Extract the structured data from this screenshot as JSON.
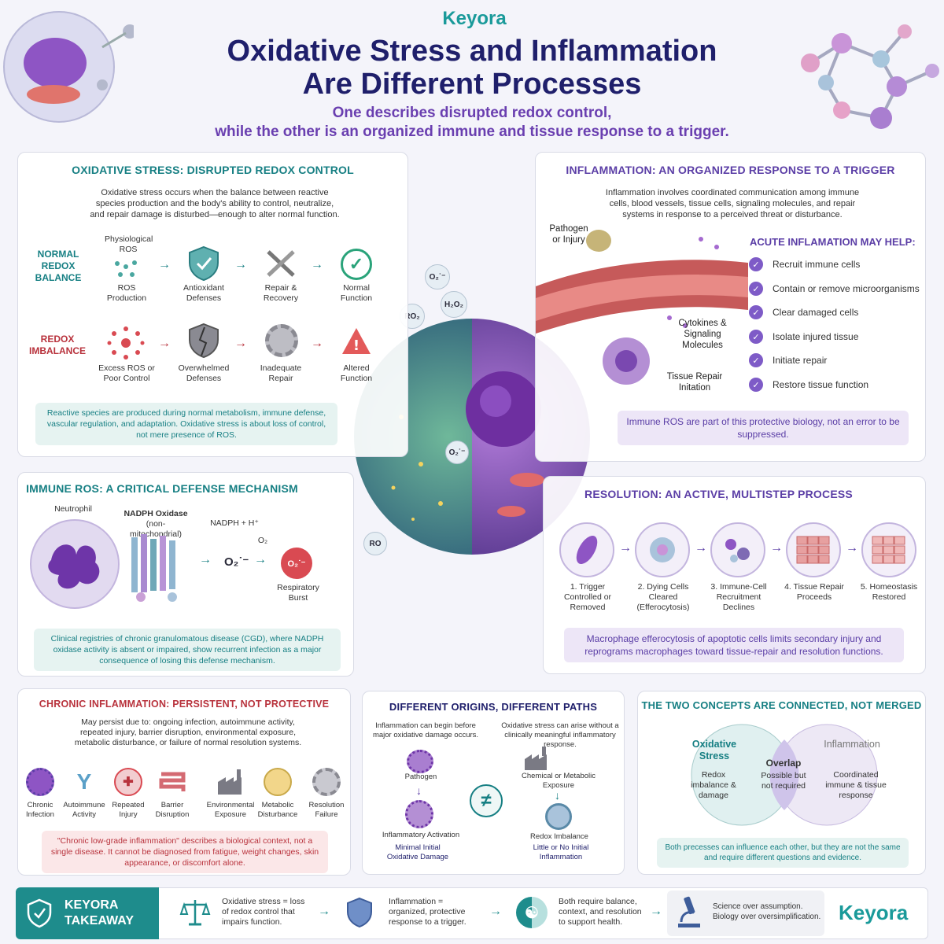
{
  "brand": "Keyora",
  "header": {
    "title_line1": "Oxidative Stress and Inflammation",
    "title_line2": "Are Different Processes",
    "subtitle_line1": "One describes disrupted redox control,",
    "subtitle_line2": "while the other is an organized immune and tissue response to a trigger."
  },
  "oxidative": {
    "title": "OXIDATIVE STRESS: DISRUPTED REDOX CONTROL",
    "intro": "Oxidative stress occurs when the balance between reactive species production and the body's ability to control, neutralize, and repair damage is disturbed—enough to alter normal function.",
    "normal_label": "NORMAL REDOX BALANCE",
    "normal_steps": [
      "ROS Production",
      "Antioxidant Defenses",
      "Repair & Recovery",
      "Normal Function"
    ],
    "physio_label": "Physiological ROS",
    "imbalance_label": "REDOX IMBALANCE",
    "imbalance_steps": [
      "Excess ROS or Poor Control",
      "Overwhelmed Defenses",
      "Inadequate Repair",
      "Altered Function"
    ],
    "note": "Reactive species are produced during normal metabolism, immune defense, vascular regulation, and adaptation. Oxidative stress is about loss of control, not mere presence of ROS."
  },
  "inflammation": {
    "title": "INFLAMMATION: AN ORGANIZED RESPONSE TO A TRIGGER",
    "intro": "Inflammation involves coordinated communication among immune cells, blood vessels, tissue cells, signaling molecules, and repair systems in response to a perceived threat or disturbance.",
    "labels": [
      "Pathogen or Injury",
      "Cytokines & Signaling Molecules",
      "Tissue Repair Initation"
    ],
    "acute_title": "ACUTE INFLAMATION MAY HELP:",
    "acute_items": [
      "Recruit immune cells",
      "Contain or remove microorganisms",
      "Clear damaged cells",
      "Isolate injured tissue",
      "Initiate repair",
      "Restore tissue function"
    ],
    "note": "Immune ROS are part of this protective biology, not an error to be suppressed."
  },
  "immune_ros": {
    "title": "IMMUNE ROS: A CRITICAL DEFENSE MECHANISM",
    "neutrophil": "Neutrophil",
    "nadph_oxidase": "NADPH Oxidase",
    "nonmito": "(non-mitochondrial)",
    "nadph": "NADPH + H⁺",
    "o2": "O₂",
    "o2_rad": "O₂˙⁻",
    "burst": "Respiratory Burst",
    "note": "Clinical registries of chronic granulomatous disease (CGD), where NADPH oxidase activity is absent or impaired, show recurrent infection as a major consequence of losing this defense mechanism."
  },
  "resolution": {
    "title": "RESOLUTION: AN ACTIVE, MULTISTEP PROCESS",
    "steps": [
      "1. Trigger Controlled or Removed",
      "2. Dying Cells Cleared (Efferocytosis)",
      "3. Immune-Cell Recruitment Declines",
      "4. Tissue Repair Proceeds",
      "5. Homeostasis Restored"
    ],
    "note": "Macrophage efferocytosis of apoptotic cells limits secondary injury and reprograms macrophages toward tissue-repair and resolution functions."
  },
  "chronic": {
    "title": "CHRONIC INFLAMMATION: PERSISTENT, NOT PROTECTIVE",
    "intro": "May persist due to: ongoing infection, autoimmune activity, repeated injury, barrier disruption, environmental exposure, metabolic disturbance, or failure of normal resolution systems.",
    "causes": [
      "Chronic Infection",
      "Autoimmune Activity",
      "Repeated Injury",
      "Barrier Disruption",
      "Environmental Exposure",
      "Metabolic Disturbance",
      "Resolution Failure"
    ],
    "note": "\"Chronic low-grade inflammation\" describes a biological context, not a single disease. It cannot be diagnosed from fatigue, weight changes, skin appearance, or discomfort alone."
  },
  "origins": {
    "title": "DIFFERENT ORIGINS, DIFFERENT PATHS",
    "left_intro": "Inflammation can begin before major oxidative damage occurs.",
    "left_top": "Pathogen",
    "left_mid": "Inflammatory Activation",
    "left_bottom": "Minimal Initial Oxidative Damage",
    "right_intro": "Oxidative stress can arise without a clinically meaningful inflammatory response.",
    "right_top": "Chemical or Metabolic Exposure",
    "right_mid": "Redox Imbalance",
    "right_bottom": "Little or No Initial Inflammation",
    "neq": "≠"
  },
  "connected": {
    "title": "THE TWO CONCEPTS ARE CONNECTED, NOT MERGED",
    "left_title": "Oxidative Stress",
    "left_text": "Redox imbalance & damage",
    "overlap_title": "Overlap",
    "overlap_text": "Possible but not required",
    "right_title": "Inflammation",
    "right_text": "Coordinated immune & tissue response",
    "note": "Both precesses can influence each other, but they are not the same and require different questions and evidence."
  },
  "takeaway": {
    "label": "KEYORA TAKEAWAY",
    "items": [
      "Oxidative stress = loss of redox control that impairs function.",
      "Inflammation = organized, protective response to a trigger.",
      "Both require balance, context, and resolution to support health.",
      "Science over assumption. Biology over oversimplification."
    ]
  },
  "center_labels": [
    "O₂˙⁻",
    "H₂O₂",
    "RO₂",
    "RO",
    "O₂˙⁻"
  ],
  "colors": {
    "teal": "#167f83",
    "purple": "#5b3ea6",
    "navy": "#1f1f6b",
    "red": "#b8323c"
  }
}
